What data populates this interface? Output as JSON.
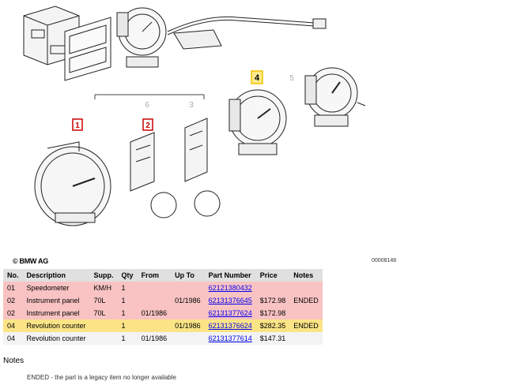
{
  "diagram": {
    "callouts": [
      {
        "num": "1",
        "style": "red"
      },
      {
        "num": "2",
        "style": "red"
      },
      {
        "num": "3",
        "style": "plain"
      },
      {
        "num": "4",
        "style": "yellow"
      },
      {
        "num": "5",
        "style": "plain"
      },
      {
        "num": "6",
        "style": "plain"
      }
    ],
    "copyright": "© BMW AG",
    "doc_id": "00008148"
  },
  "table": {
    "headers": [
      "No.",
      "Description",
      "Supp.",
      "Qty",
      "From",
      "Up To",
      "Part Number",
      "Price",
      "Notes"
    ],
    "rows": [
      {
        "no": "01",
        "desc": "Speedometer",
        "supp": "KM/H",
        "qty": "1",
        "from": "",
        "upto": "",
        "part": "62121380432",
        "price": "",
        "notes": "",
        "highlight": "red"
      },
      {
        "no": "02",
        "desc": "Instrument panel",
        "supp": "70L",
        "qty": "1",
        "from": "",
        "upto": "01/1986",
        "part": "62131376645",
        "price": "$172.98",
        "notes": "ENDED",
        "highlight": "red"
      },
      {
        "no": "02",
        "desc": "Instrument panel",
        "supp": "70L",
        "qty": "1",
        "from": "01/1986",
        "upto": "",
        "part": "62131377624",
        "price": "$172.98",
        "notes": "",
        "highlight": "red"
      },
      {
        "no": "04",
        "desc": "Revolution counter",
        "supp": "",
        "qty": "1",
        "from": "",
        "upto": "01/1986",
        "part": "62131376624",
        "price": "$282.35",
        "notes": "ENDED",
        "highlight": "yellow"
      },
      {
        "no": "04",
        "desc": "Revolution counter",
        "supp": "",
        "qty": "1",
        "from": "01/1986",
        "upto": "",
        "part": "62131377614",
        "price": "$147.31",
        "notes": "",
        "highlight": "plain"
      }
    ]
  },
  "notes": {
    "title": "Notes",
    "line": "ENDED - the part is a legacy item no longer available"
  },
  "colors": {
    "red_row": "#f9c3c3",
    "yellow_row": "#fbe486",
    "callout_red": "#cc0000",
    "callout_yellow": "#f2c200",
    "link": "#0000ee"
  }
}
